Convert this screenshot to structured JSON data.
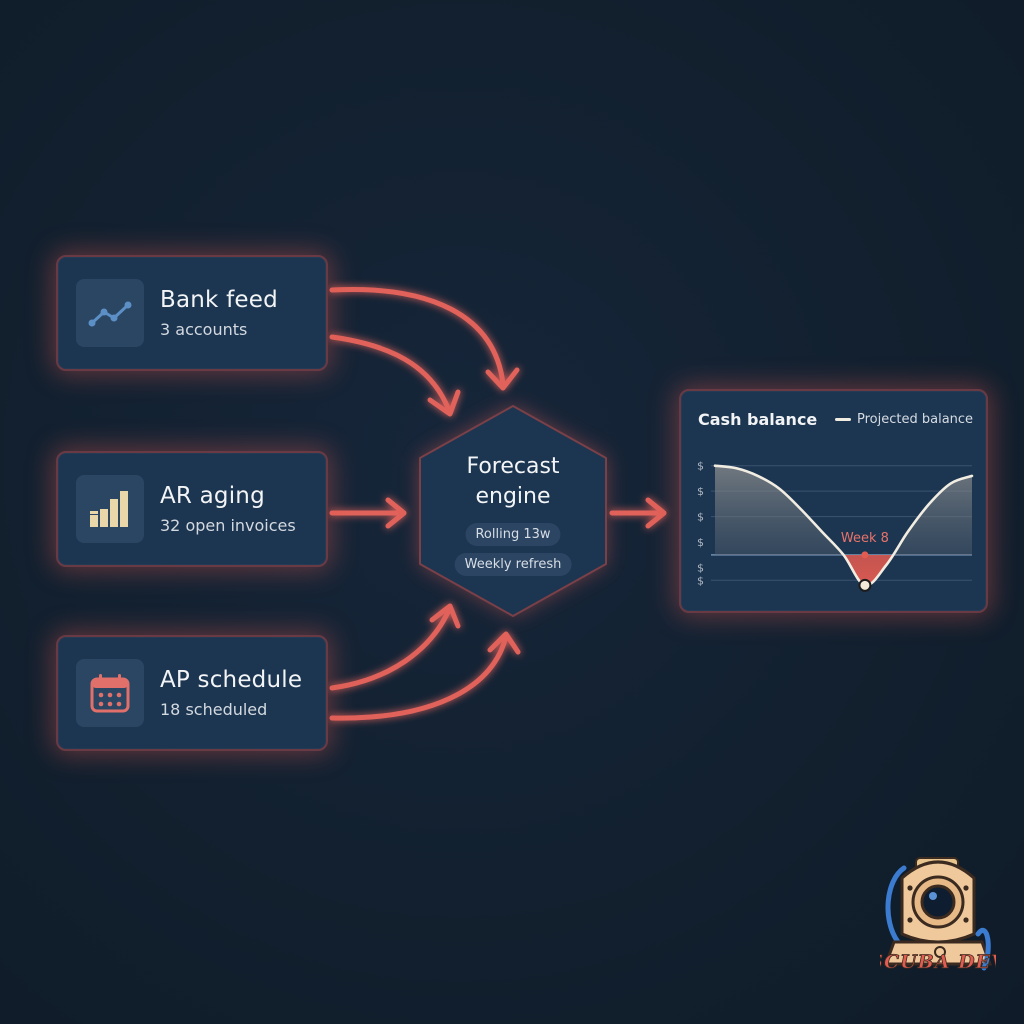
{
  "sources": [
    {
      "title": "Bank feed",
      "subtitle": "3 accounts",
      "icon": "line-trend-icon"
    },
    {
      "title": "AR aging",
      "subtitle": "32 open invoices",
      "icon": "bar-chart-icon"
    },
    {
      "title": "AP schedule",
      "subtitle": "18 scheduled",
      "icon": "calendar-icon"
    }
  ],
  "engine": {
    "title_line1": "Forecast",
    "title_line2": "engine",
    "tags": [
      "Rolling 13w",
      "Weekly refresh"
    ]
  },
  "chart": {
    "title": "Cash balance",
    "legend": "Projected balance",
    "marker_label": "Week 8",
    "y_tick_labels": [
      "$",
      "$",
      "$",
      "$",
      "$",
      "$"
    ]
  },
  "colors": {
    "background": "#12202f",
    "card": "#1c3550",
    "accent": "#e25c52",
    "cream": "#e8d6ae"
  },
  "logo_text": "SCUBA DEV",
  "chart_data": {
    "type": "area",
    "title": "Cash balance",
    "series": [
      {
        "name": "Projected balance",
        "x": [
          1,
          2,
          3,
          4,
          5,
          6,
          7,
          8,
          9,
          10,
          11,
          12,
          13
        ],
        "values": [
          3.5,
          3.4,
          3.1,
          2.6,
          1.8,
          0.9,
          0.0,
          -1.2,
          -0.4,
          0.9,
          2.0,
          2.8,
          3.1
        ]
      }
    ],
    "baseline": 0,
    "highlight": {
      "x": 8,
      "label": "Week 8"
    },
    "grid": true,
    "legend_position": "top-right"
  }
}
